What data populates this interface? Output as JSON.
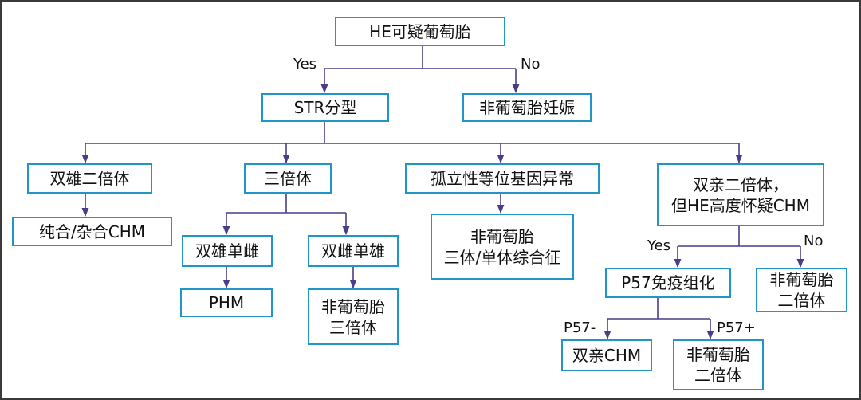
{
  "nodes": {
    "root": [
      "HE可疑葡萄胎"
    ],
    "str": [
      "STR分型"
    ],
    "nonmole_preg": [
      "非葡萄胎妊娠"
    ],
    "diandric_diploid": [
      "双雄二倍体"
    ],
    "triploid": [
      "三倍体"
    ],
    "isolated_abn": [
      "孤立性等位基因异常"
    ],
    "biparental": [
      "双亲二倍体，",
      "但HE高度怀疑CHM"
    ],
    "pure_hybrid_chm": [
      "纯合/杂合CHM"
    ],
    "dads_ma": [
      "双雄单雌"
    ],
    "dms_pa": [
      "双雌单雄"
    ],
    "nonmole_trisomy": [
      "非葡萄胎",
      "三体/单体综合征"
    ],
    "phm": [
      "PHM"
    ],
    "nonmole_triploid": [
      "非葡萄胎",
      "三倍体"
    ],
    "p57": [
      "P57免疫组化"
    ],
    "nonmole_diploid_a": [
      "非葡萄胎",
      "二倍体"
    ],
    "biparental_chm": [
      "双亲CHM"
    ],
    "nonmole_diploid_b": [
      "非葡萄胎",
      "二倍体"
    ]
  },
  "edge_labels": {
    "root_yes": "Yes",
    "root_no": "No",
    "bi_yes": "Yes",
    "bi_no": "No",
    "p57_neg": "P57-",
    "p57_pos": "P57+"
  }
}
